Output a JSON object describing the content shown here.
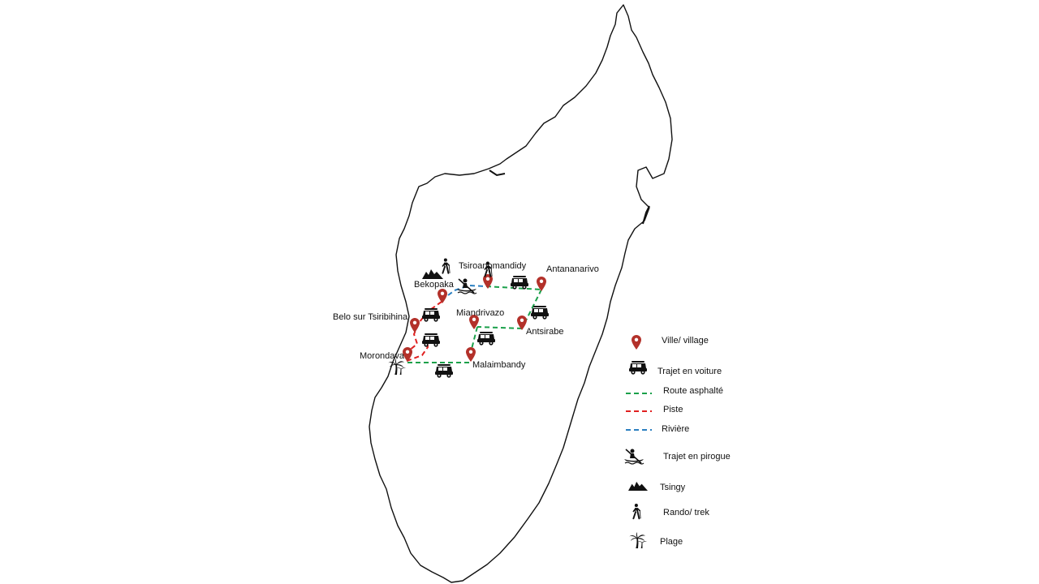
{
  "map": {
    "cities": [
      {
        "id": "tsiroanomandidy",
        "label": "Tsiroanomandidy"
      },
      {
        "id": "antananarivo",
        "label": "Antananarivo"
      },
      {
        "id": "bekopaka",
        "label": "Bekopaka"
      },
      {
        "id": "miandrivazo",
        "label": "Miandrivazo"
      },
      {
        "id": "belo",
        "label": "Belo sur Tsiribihina"
      },
      {
        "id": "antsirabe",
        "label": "Antsirabe"
      },
      {
        "id": "morondava",
        "label": "Morondava"
      },
      {
        "id": "malaimbandy",
        "label": "Malaimbandy"
      }
    ]
  },
  "legend": {
    "ville": "Ville/ village",
    "voiture": "Trajet en voiture",
    "route": "Route asphalté",
    "piste": "Piste",
    "riviere": "Rivière",
    "pirogue": "Trajet en pirogue",
    "tsingy": "Tsingy",
    "rando": "Rando/ trek",
    "plage": "Plage"
  },
  "colors": {
    "route": "#1aa04a",
    "piste": "#e02020",
    "riviere": "#2a7fc0",
    "marker": "#b3312a"
  },
  "icons": [
    "map-pin-icon",
    "car-icon",
    "kayak-icon",
    "mountain-icon",
    "hiker-icon",
    "palm-tree-icon"
  ]
}
